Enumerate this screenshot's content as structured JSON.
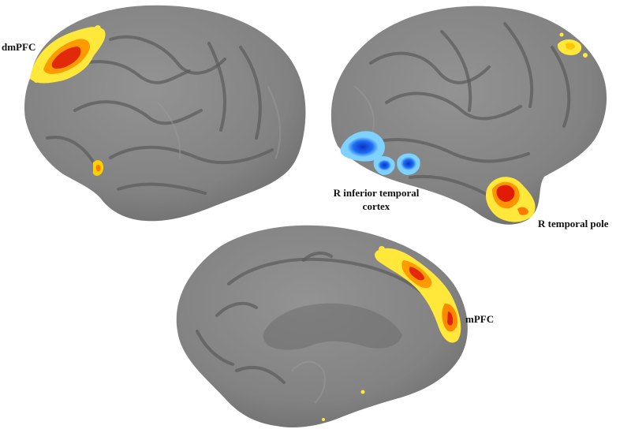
{
  "figure": {
    "labels": {
      "dmpfc": "dmPFC",
      "r_inferior_temporal_line1": "R inferior temporal",
      "r_inferior_temporal_line2": "cortex",
      "r_temporal_pole": "R temporal pole",
      "mpfc": "mPFC"
    },
    "views": [
      "left-lateral-hemisphere",
      "right-lateral-hemisphere",
      "medial-hemisphere"
    ],
    "colors": {
      "cortex": "#848484",
      "cortex_shadow": "#6a6a6a",
      "activation_hot_core": "#e02010",
      "activation_hot_mid": "#ff8a00",
      "activation_hot_edge": "#ffe83a",
      "activation_cold_core": "#1040d0",
      "activation_cold_edge": "#6ec8ff",
      "background": "#ffffff"
    }
  }
}
